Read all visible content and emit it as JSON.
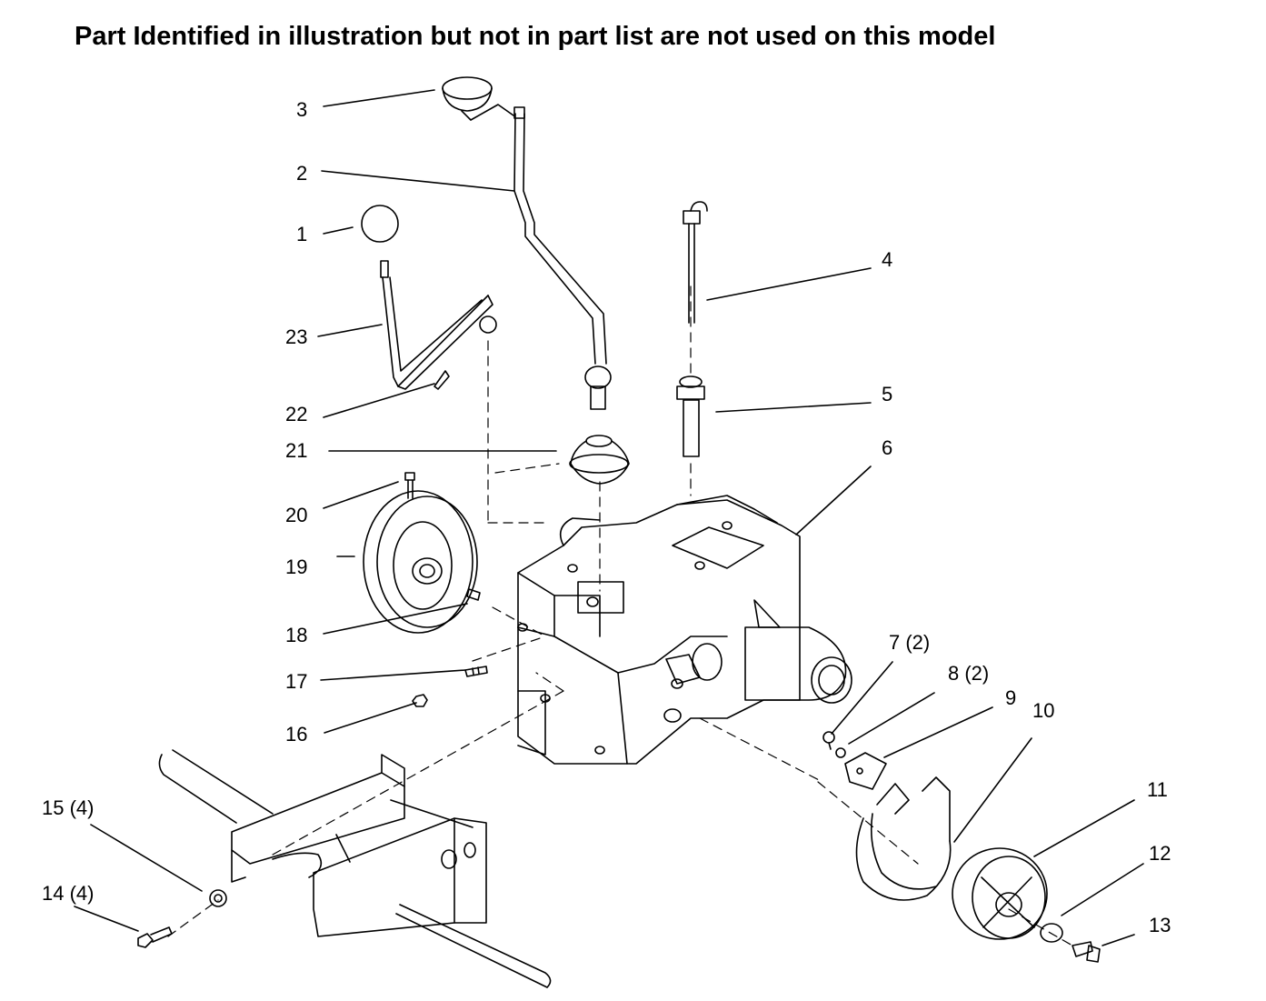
{
  "title": "Part Identified in illustration but not in part list are not used on this model",
  "callouts": {
    "c1": "1",
    "c2": "2",
    "c3": "3",
    "c4": "4",
    "c5": "5",
    "c6": "6",
    "c7": "7 (2)",
    "c8": "8 (2)",
    "c9": "9",
    "c10": "10",
    "c11": "11",
    "c12": "12",
    "c13": "13",
    "c14": "14 (4)",
    "c15": "15 (4)",
    "c16": "16",
    "c17": "17",
    "c18": "18",
    "c19": "19",
    "c20": "20",
    "c21": "21",
    "c22": "22",
    "c23": "23"
  },
  "colors": {
    "ink": "#000000",
    "paper": "#ffffff"
  }
}
